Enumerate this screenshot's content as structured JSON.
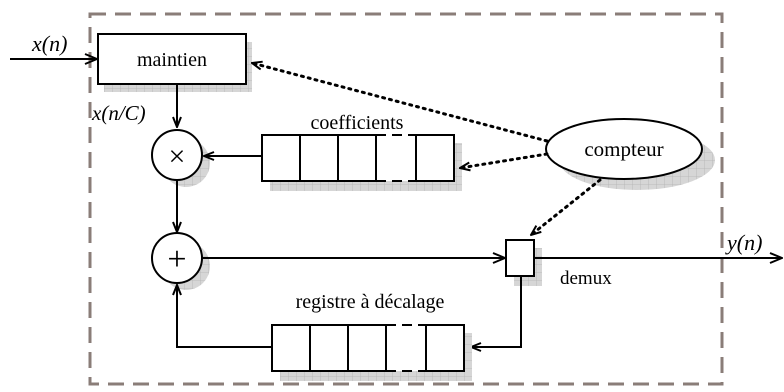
{
  "signals": {
    "input": "x(n)",
    "held": "x(n/C)",
    "output": "y(n)"
  },
  "blocks": {
    "hold": "maintien",
    "coefficients": "coefficients",
    "counter": "compteur",
    "shift_register": "registre à décalage",
    "demux": "demux"
  },
  "operators": {
    "multiply": "×",
    "add": "+"
  },
  "colors": {
    "ink": "#000000",
    "frame_dash": "#8a7d78",
    "shadow_fill": "#d3d3d3",
    "shadow_grid": "#b0b0b0"
  }
}
